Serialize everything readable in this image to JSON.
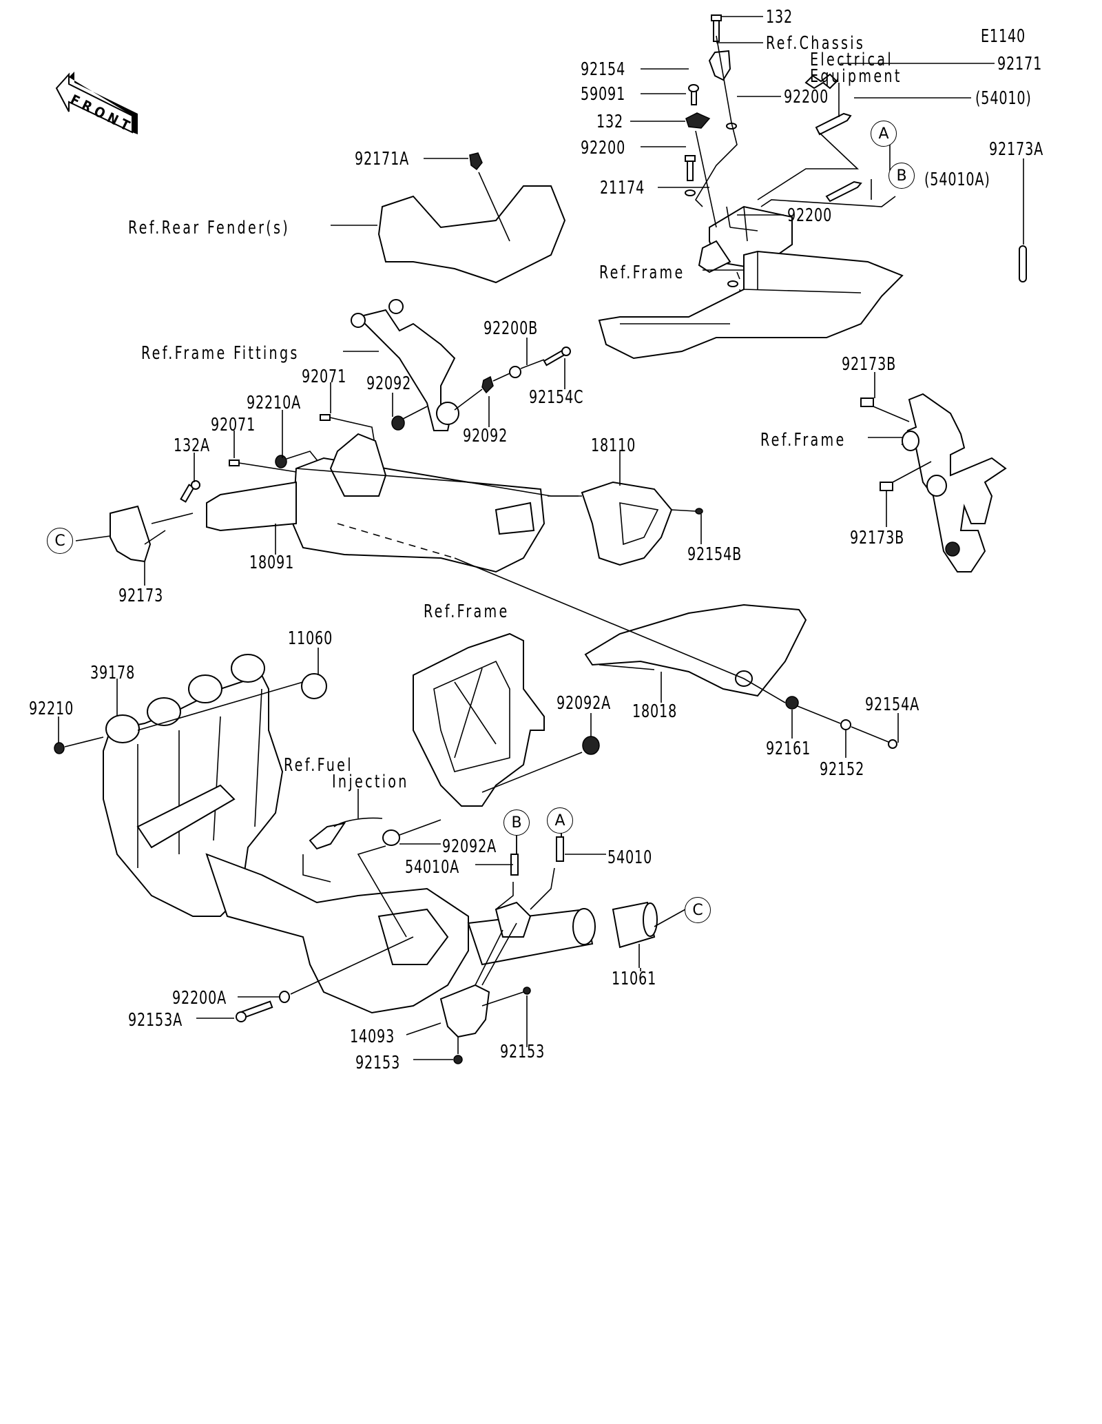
{
  "diagram": {
    "code": "E1140",
    "front_label": "FRONT",
    "callouts": [
      "A",
      "B",
      "C"
    ],
    "references": {
      "chassis_electrical": [
        "Ref.Chassis",
        "Electrical",
        "Equipment"
      ],
      "rear_fender": "Ref.Rear Fender(s)",
      "frame_top": "Ref.Frame",
      "frame_fittings": "Ref.Frame Fittings",
      "frame_right": "Ref.Frame",
      "frame_middle": "Ref.Frame",
      "fuel_injection": [
        "Ref.Fuel",
        "Injection"
      ]
    },
    "parts": {
      "p132_top": "132",
      "p92154": "92154",
      "p59091": "59091",
      "p92200_a": "92200",
      "p132_mid": "132",
      "p92200_b": "92200",
      "p21174": "21174",
      "p92200_c": "92200",
      "p92171": "92171",
      "p54010_paren": "(54010)",
      "p54010A_paren": "(54010A)",
      "p92173A": "92173A",
      "p92171A": "92171A",
      "p92200B": "92200B",
      "p92154C": "92154C",
      "p92071_a": "92071",
      "p92092_a": "92092",
      "p92092_b": "92092",
      "p92210A": "92210A",
      "p92071_b": "92071",
      "p132A": "132A",
      "p18110": "18110",
      "p92154B": "92154B",
      "p18091": "18091",
      "p92173": "92173",
      "p92173B_top": "92173B",
      "p92173B_bot": "92173B",
      "p11060": "11060",
      "p39178": "39178",
      "p92210": "92210",
      "p18018": "18018",
      "p92092A_top": "92092A",
      "p92161": "92161",
      "p92152": "92152",
      "p92154A": "92154A",
      "p92092A_mid": "92092A",
      "p54010A": "54010A",
      "p54010": "54010",
      "p11061": "11061",
      "p92200A": "92200A",
      "p92153A": "92153A",
      "p14093": "14093",
      "p92153_r": "92153",
      "p92153_b": "92153"
    }
  }
}
